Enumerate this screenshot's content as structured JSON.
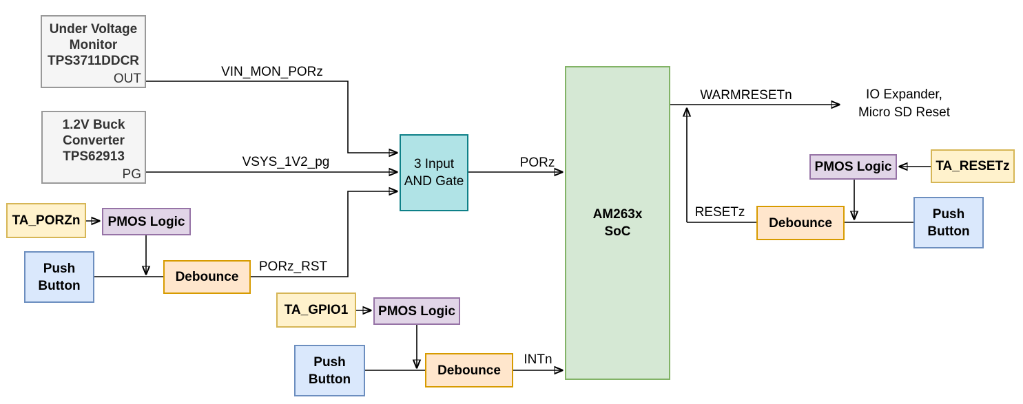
{
  "nodes": {
    "uv_monitor": {
      "label": "Under Voltage\nMonitor\nTPS3711DDCR",
      "pin": "OUT"
    },
    "buck_converter": {
      "label": "1.2V Buck\nConverter\nTPS62913",
      "pin": "PG"
    },
    "and_gate": {
      "label": "3 Input\nAND Gate"
    },
    "soc": {
      "label": "AM263x\nSoC"
    },
    "ta_porzn": {
      "label": "TA_PORZn"
    },
    "pmos_logic_left": {
      "label": "PMOS Logic"
    },
    "push_button_left": {
      "label": "Push\nButton"
    },
    "debounce_left": {
      "label": "Debounce"
    },
    "ta_gpio1": {
      "label": "TA_GPIO1"
    },
    "pmos_logic_mid": {
      "label": "PMOS Logic"
    },
    "push_button_mid": {
      "label": "Push\nButton"
    },
    "debounce_mid": {
      "label": "Debounce"
    },
    "pmos_logic_right": {
      "label": "PMOS Logic"
    },
    "ta_resetz": {
      "label": "TA_RESETz"
    },
    "debounce_right": {
      "label": "Debounce"
    },
    "push_button_right": {
      "label": "Push\nButton"
    }
  },
  "signals": {
    "vin_mon_porz": "VIN_MON_PORz",
    "vsys_1v2_pg": "VSYS_1V2_pg",
    "porz": "PORz",
    "porz_rst": "PORz_RST",
    "intn": "INTn",
    "warmresetn": "WARMRESETn",
    "resetz": "RESETz",
    "io_expander": "IO Expander,\nMicro SD Reset"
  },
  "colors": {
    "gray_fill": "#F5F5F5",
    "gray_stroke": "#999999",
    "teal_fill": "#B0E3E6",
    "teal_stroke": "#0E8088",
    "green_fill": "#D5E8D4",
    "green_stroke": "#82B366",
    "yellow_fill": "#FFF2CC",
    "yellow_stroke": "#D6B656",
    "purple_fill": "#E1D5E7",
    "purple_stroke": "#9673A6",
    "blue_fill": "#DAE8FC",
    "blue_stroke": "#6C8EBF",
    "orange_fill": "#FFE6CC",
    "orange_stroke": "#D79B00",
    "wire": "#000000",
    "background": "#FFFFFF"
  }
}
